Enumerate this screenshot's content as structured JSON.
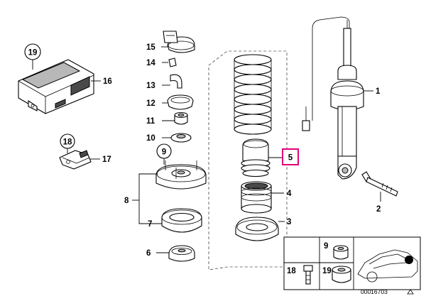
{
  "callouts": {
    "c1": "1",
    "c2": "2",
    "c3": "3",
    "c4": "4",
    "c5": "5",
    "c6": "6",
    "c7": "7",
    "c8": "8",
    "c9": "9",
    "c10": "10",
    "c11": "11",
    "c12": "12",
    "c13": "13",
    "c14": "14",
    "c15": "15",
    "c16": "16",
    "c17": "17",
    "c18": "18",
    "c19": "19"
  },
  "inset": {
    "c9": "9",
    "c18": "18",
    "c19": "19"
  },
  "diagram_number": "00016703",
  "highlight_color": "#e0007a"
}
